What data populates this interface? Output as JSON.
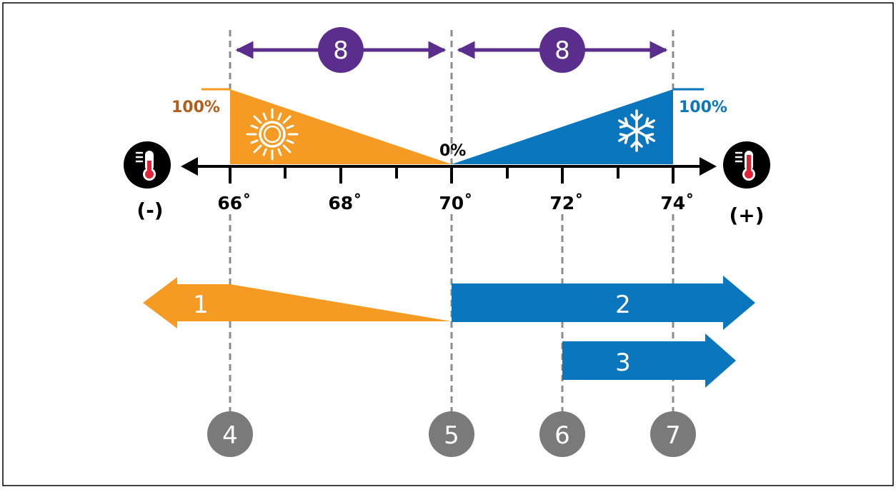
{
  "colors": {
    "heat": "#f59b23",
    "cool": "#0a76bd",
    "purple": "#5b2e8e",
    "gray": "#7a7a7a",
    "dash": "#8c8c8c",
    "axis": "#000000",
    "heat_text": "#b25e1a",
    "thermo_red": "#e02437"
  },
  "axis": {
    "ticks": [
      "66˚",
      "68˚",
      "70˚",
      "72˚",
      "74˚"
    ],
    "minus_label": "(-)",
    "plus_label": "(+)"
  },
  "labels": {
    "heat_pct": "100%",
    "cool_pct": "100%",
    "zero_pct": "0%"
  },
  "spans": [
    {
      "label": "8"
    },
    {
      "label": "8"
    }
  ],
  "arrows": [
    {
      "label": "1"
    },
    {
      "label": "2"
    },
    {
      "label": "3"
    }
  ],
  "markers": [
    {
      "label": "4"
    },
    {
      "label": "5"
    },
    {
      "label": "6"
    },
    {
      "label": "7"
    }
  ],
  "icons": {
    "sun": "sun-icon",
    "snow": "snowflake-icon",
    "thermo_left": "thermometer-cold-icon",
    "thermo_right": "thermometer-hot-icon"
  }
}
